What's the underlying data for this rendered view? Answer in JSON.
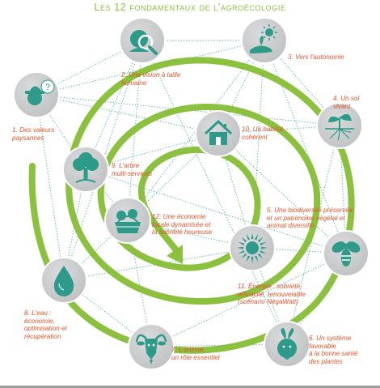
{
  "title": "Les 12 fondamentaux de l'agroécologie",
  "colors": {
    "title": "#8cbf3f",
    "spiral": "#8cc13f",
    "circle": "#c8cacb",
    "icon": "#2d9a8a",
    "label": "#e2542b",
    "dotted_link": "#2ea89a"
  },
  "nodes": [
    {
      "id": 1,
      "icon": "farmer-thinking-icon",
      "label": "1. Des valeurs\npaysannes"
    },
    {
      "id": 2,
      "icon": "magnifier-person-icon",
      "label": "2. Une vision à taille\nhumaine"
    },
    {
      "id": 3,
      "icon": "hands-sprout-sun-icon",
      "label": "3. Vers l'autonomie"
    },
    {
      "id": 4,
      "icon": "seedling-roots-icon",
      "label": "4. Un sol\nvivant"
    },
    {
      "id": 5,
      "icon": "bee-icon",
      "label": "5. Une biodiversité préservée\net un patrimoine végétal et\nanimal diversifié"
    },
    {
      "id": 6,
      "icon": "beetroot-icon",
      "label": "6. Un système\nfavorable\nà la bonne santé\ndes plantes"
    },
    {
      "id": 7,
      "icon": "goat-head-icon",
      "label": "7. L'animal,\nun rôle essentiel"
    },
    {
      "id": 8,
      "icon": "water-drop-icon",
      "label": "8. L'eau :\néconomie,\noptimisation et\nrécupération"
    },
    {
      "id": 9,
      "icon": "tree-icon",
      "label": "9. L'arbre\nmulti-services"
    },
    {
      "id": 10,
      "icon": "house-icon",
      "label": "10. Un habitat\ncohérent"
    },
    {
      "id": 11,
      "icon": "sun-icon",
      "label": "11. Énergie : sobriété,\nefficacité, renouvelable\n(scénario NégaWatt)"
    },
    {
      "id": 12,
      "icon": "basket-icon",
      "label": "12. Une économie\nlocale dynamisée et\nla sobriété heureuse"
    }
  ],
  "links": [
    [
      1,
      2
    ],
    [
      1,
      3
    ],
    [
      1,
      4
    ],
    [
      1,
      8
    ],
    [
      1,
      9
    ],
    [
      2,
      3
    ],
    [
      2,
      9
    ],
    [
      2,
      8
    ],
    [
      2,
      12
    ],
    [
      3,
      4
    ],
    [
      3,
      10
    ],
    [
      3,
      11
    ],
    [
      3,
      12
    ],
    [
      4,
      5
    ],
    [
      4,
      10
    ],
    [
      4,
      6
    ],
    [
      5,
      6
    ],
    [
      5,
      7
    ],
    [
      5,
      10
    ],
    [
      5,
      11
    ],
    [
      6,
      11
    ],
    [
      6,
      7
    ],
    [
      7,
      8
    ],
    [
      7,
      12
    ],
    [
      8,
      9
    ],
    [
      8,
      12
    ],
    [
      9,
      10
    ],
    [
      9,
      12
    ],
    [
      10,
      11
    ],
    [
      10,
      12
    ],
    [
      11,
      12
    ],
    [
      1,
      10
    ],
    [
      2,
      6
    ],
    [
      9,
      5
    ],
    [
      8,
      11
    ],
    [
      3,
      5
    ]
  ]
}
